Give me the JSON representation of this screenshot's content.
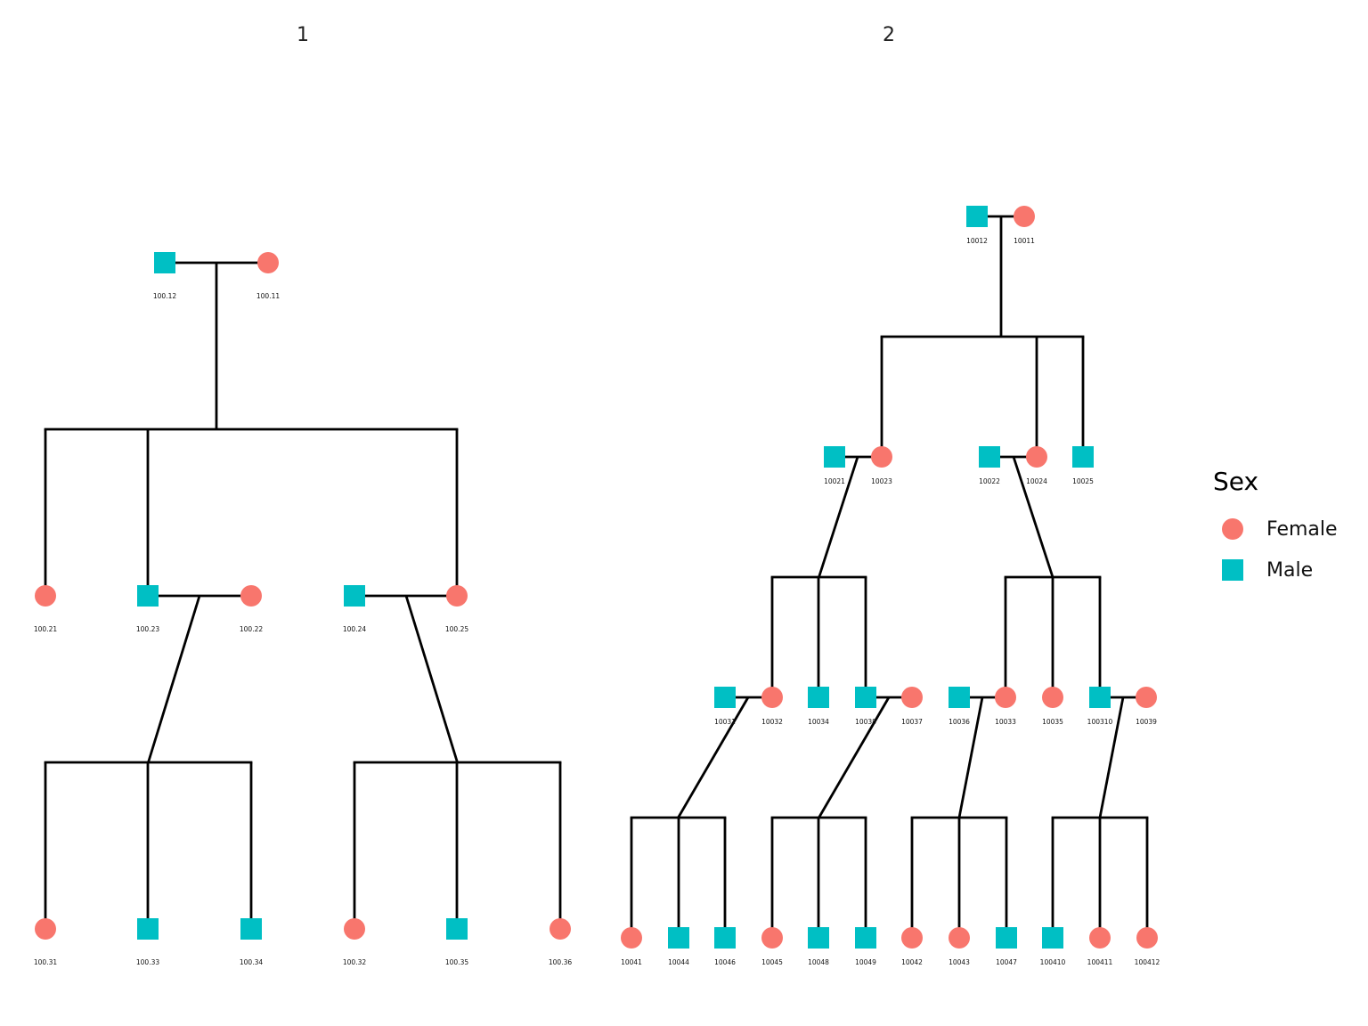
{
  "panels": [
    {
      "title": "1"
    },
    {
      "title": "2"
    }
  ],
  "colors": {
    "female": "#F8766D",
    "male": "#00BFC4",
    "line": "#000000"
  },
  "legend": {
    "title": "Sex",
    "items": [
      {
        "label": "Female",
        "sex": "female"
      },
      {
        "label": "Male",
        "sex": "male"
      }
    ]
  },
  "pedigrees": [
    {
      "panel": "1",
      "individuals": [
        {
          "id": "100.12",
          "sex": "male"
        },
        {
          "id": "100.11",
          "sex": "female"
        },
        {
          "id": "100.21",
          "sex": "female"
        },
        {
          "id": "100.23",
          "sex": "male"
        },
        {
          "id": "100.22",
          "sex": "female"
        },
        {
          "id": "100.24",
          "sex": "male"
        },
        {
          "id": "100.25",
          "sex": "female"
        },
        {
          "id": "100.31",
          "sex": "female"
        },
        {
          "id": "100.33",
          "sex": "male"
        },
        {
          "id": "100.34",
          "sex": "male"
        },
        {
          "id": "100.32",
          "sex": "female"
        },
        {
          "id": "100.35",
          "sex": "male"
        },
        {
          "id": "100.36",
          "sex": "female"
        }
      ],
      "families": [
        {
          "parents": [
            "100.12",
            "100.11"
          ],
          "children": [
            "100.21",
            "100.23",
            "100.25"
          ]
        },
        {
          "parents": [
            "100.23",
            "100.22"
          ],
          "children": [
            "100.31",
            "100.33",
            "100.34"
          ]
        },
        {
          "parents": [
            "100.24",
            "100.25"
          ],
          "children": [
            "100.32",
            "100.35",
            "100.36"
          ]
        }
      ]
    },
    {
      "panel": "2",
      "individuals": [
        {
          "id": "10012",
          "sex": "male"
        },
        {
          "id": "10011",
          "sex": "female"
        },
        {
          "id": "10021",
          "sex": "male"
        },
        {
          "id": "10023",
          "sex": "female"
        },
        {
          "id": "10022",
          "sex": "male"
        },
        {
          "id": "10024",
          "sex": "female"
        },
        {
          "id": "10025",
          "sex": "male"
        },
        {
          "id": "10031",
          "sex": "male"
        },
        {
          "id": "10032",
          "sex": "female"
        },
        {
          "id": "10034",
          "sex": "male"
        },
        {
          "id": "10038",
          "sex": "male"
        },
        {
          "id": "10037",
          "sex": "female"
        },
        {
          "id": "10036",
          "sex": "male"
        },
        {
          "id": "10033",
          "sex": "female"
        },
        {
          "id": "10035",
          "sex": "female"
        },
        {
          "id": "100310",
          "sex": "male"
        },
        {
          "id": "10039",
          "sex": "female"
        },
        {
          "id": "10041",
          "sex": "female"
        },
        {
          "id": "10044",
          "sex": "male"
        },
        {
          "id": "10046",
          "sex": "male"
        },
        {
          "id": "10045",
          "sex": "female"
        },
        {
          "id": "10048",
          "sex": "male"
        },
        {
          "id": "10049",
          "sex": "male"
        },
        {
          "id": "10042",
          "sex": "female"
        },
        {
          "id": "10043",
          "sex": "female"
        },
        {
          "id": "10047",
          "sex": "male"
        },
        {
          "id": "100410",
          "sex": "male"
        },
        {
          "id": "100411",
          "sex": "female"
        },
        {
          "id": "100412",
          "sex": "female"
        }
      ],
      "families": [
        {
          "parents": [
            "10012",
            "10011"
          ],
          "children": [
            "10023",
            "10024",
            "10025"
          ]
        },
        {
          "parents": [
            "10021",
            "10023"
          ],
          "children": [
            "10032",
            "10034",
            "10038"
          ]
        },
        {
          "parents": [
            "10022",
            "10024"
          ],
          "children": [
            "10033",
            "10035",
            "100310"
          ]
        },
        {
          "parents": [
            "10031",
            "10032"
          ],
          "children": [
            "10041",
            "10044",
            "10046"
          ]
        },
        {
          "parents": [
            "10038",
            "10037"
          ],
          "children": [
            "10045",
            "10048",
            "10049"
          ]
        },
        {
          "parents": [
            "10036",
            "10033"
          ],
          "children": [
            "10042",
            "10043",
            "10047"
          ]
        },
        {
          "parents": [
            "100310",
            "10039"
          ],
          "children": [
            "100410",
            "100411",
            "100412"
          ]
        }
      ]
    }
  ]
}
